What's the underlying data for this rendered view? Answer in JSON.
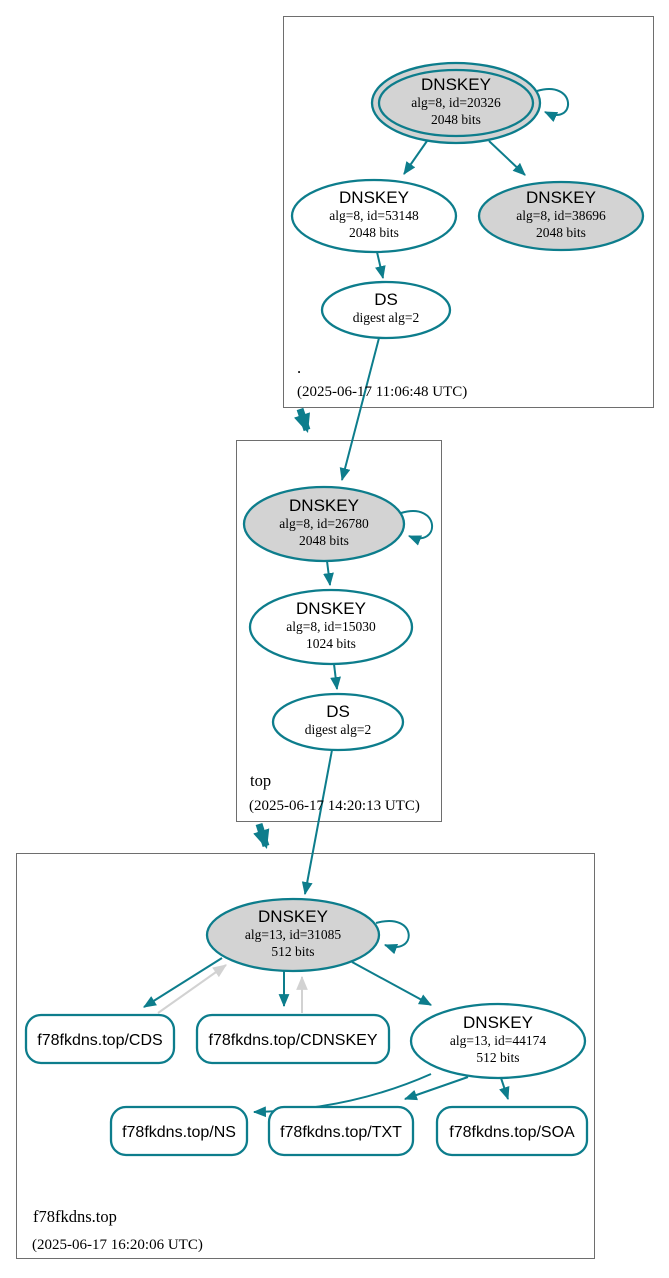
{
  "colors": {
    "edge_teal": "#0d7d8c",
    "node_fill_gray": "#d3d3d3",
    "edge_gray": "#d2d2d2",
    "zone_border": "#6e6e6e"
  },
  "zones": {
    "root": {
      "label": ".",
      "timestamp": "(2025-06-17 11:06:48 UTC)",
      "nodes": {
        "ksk": {
          "title": "DNSKEY",
          "meta": "alg=8, id=20326",
          "bits": "2048 bits"
        },
        "zsk": {
          "title": "DNSKEY",
          "meta": "alg=8, id=53148",
          "bits": "2048 bits"
        },
        "key2": {
          "title": "DNSKEY",
          "meta": "alg=8, id=38696",
          "bits": "2048 bits"
        },
        "ds": {
          "title": "DS",
          "meta": "digest alg=2"
        }
      }
    },
    "top": {
      "label": "top",
      "timestamp": "(2025-06-17 14:20:13 UTC)",
      "nodes": {
        "ksk": {
          "title": "DNSKEY",
          "meta": "alg=8, id=26780",
          "bits": "2048 bits"
        },
        "zsk": {
          "title": "DNSKEY",
          "meta": "alg=8, id=15030",
          "bits": "1024 bits"
        },
        "ds": {
          "title": "DS",
          "meta": "digest alg=2"
        }
      }
    },
    "f78fkdns_top": {
      "label": "f78fkdns.top",
      "timestamp": "(2025-06-17 16:20:06 UTC)",
      "nodes": {
        "ksk": {
          "title": "DNSKEY",
          "meta": "alg=13, id=31085",
          "bits": "512 bits"
        },
        "zsk": {
          "title": "DNSKEY",
          "meta": "alg=13, id=44174",
          "bits": "512 bits"
        },
        "cds": {
          "label": "f78fkdns.top/CDS"
        },
        "cdnskey": {
          "label": "f78fkdns.top/CDNSKEY"
        },
        "ns": {
          "label": "f78fkdns.top/NS"
        },
        "txt": {
          "label": "f78fkdns.top/TXT"
        },
        "soa": {
          "label": "f78fkdns.top/SOA"
        }
      }
    }
  }
}
